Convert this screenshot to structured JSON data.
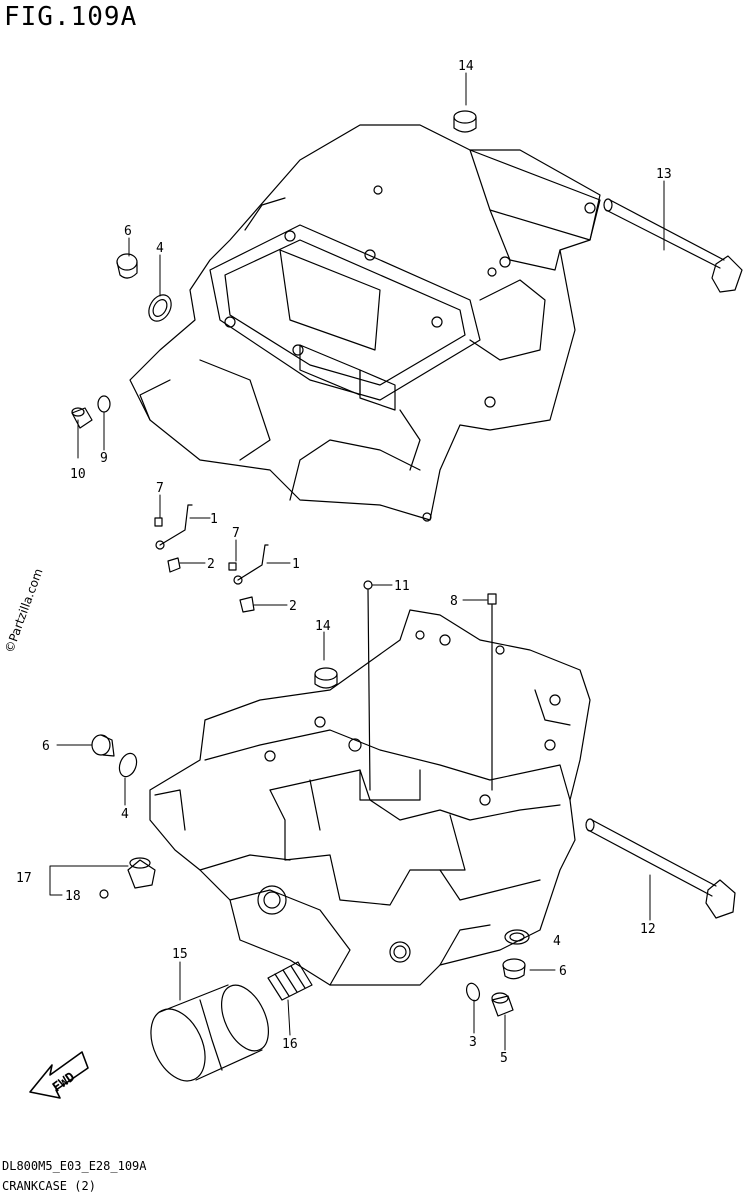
{
  "header": {
    "title": "FIG.109A"
  },
  "footer": {
    "code": "DL800M5_E03_E28_109A",
    "name": "CRANKCASE (2)"
  },
  "watermark": "©Partzilla.com",
  "fwd_label": "FWD",
  "callouts": [
    "1",
    "1",
    "2",
    "2",
    "3",
    "4",
    "4",
    "4",
    "5",
    "6",
    "6",
    "6",
    "7",
    "7",
    "8",
    "9",
    "10",
    "11",
    "12",
    "13",
    "14",
    "14",
    "15",
    "16",
    "17",
    "18"
  ]
}
